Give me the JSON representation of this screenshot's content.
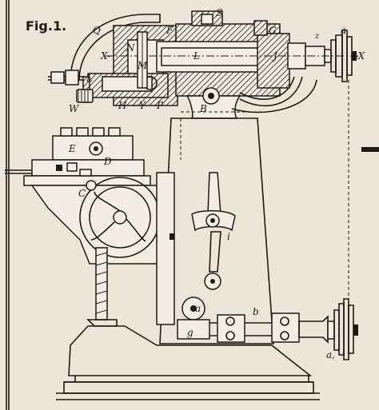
{
  "figure": {
    "title": "Fig.1.",
    "labels": {
      "Q": "Q",
      "F": "F",
      "S": "S",
      "G": "G",
      "z": "z",
      "a_top": "a",
      "X_left": "X-",
      "N": "N",
      "L_upper": "L",
      "J": "J",
      "X_right": "-X",
      "M": "M",
      "L_lower": "L",
      "H": "H",
      "Y": "Y",
      "P": "P",
      "B": "B",
      "W": "W",
      "E": "E",
      "D": "D",
      "C": "C",
      "i": "i",
      "a_lower": "a",
      "b": "b",
      "g": "g",
      "a1": "a,"
    }
  },
  "colors": {
    "ink": "#1d1a16",
    "paper": "#ece6d9"
  }
}
